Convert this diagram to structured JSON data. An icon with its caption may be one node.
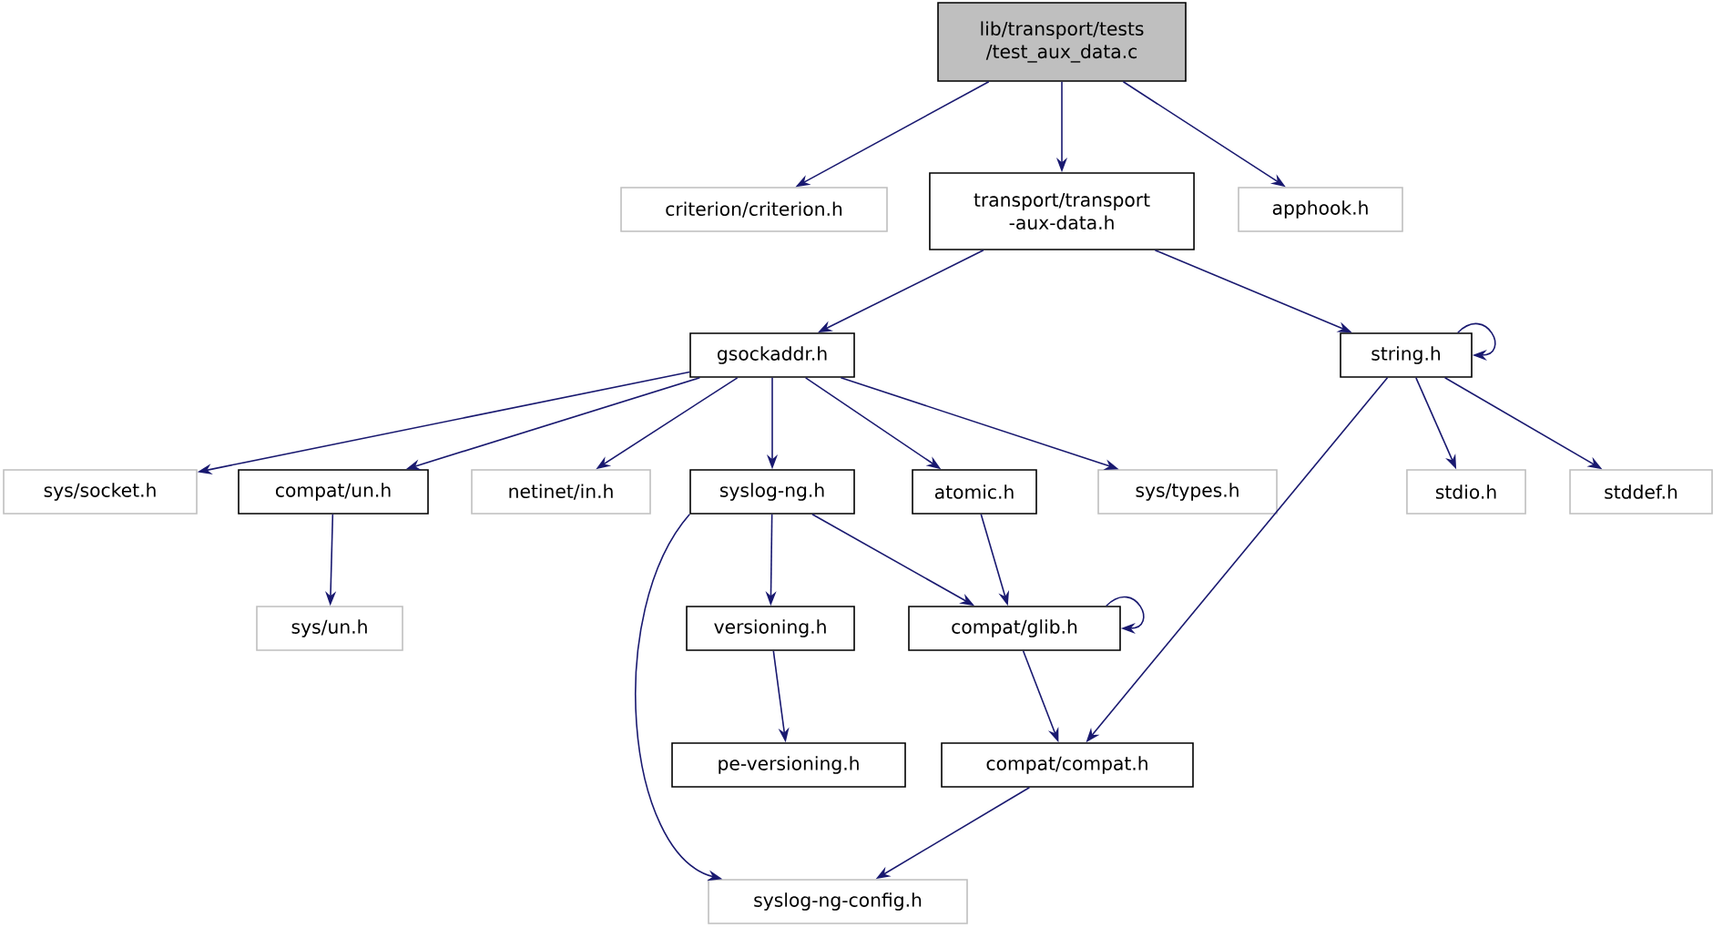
{
  "diagram": {
    "nodes": [
      {
        "text": [
          "lib/transport/tests /test_aux_data.c"
        ]
      },
      {
        "text": [
          "criterion/criterion.h"
        ]
      },
      {
        "text": [
          "transport/transport -aux-data.h"
        ]
      },
      {
        "text": [
          "apphook.h"
        ]
      },
      {
        "text": [
          "gsockaddr.h"
        ]
      },
      {
        "text": [
          "string.h"
        ]
      },
      {
        "text": [
          "sys/socket.h"
        ]
      },
      {
        "text": [
          "compat/un.h"
        ]
      },
      {
        "text": [
          "netinet/in.h"
        ]
      },
      {
        "text": [
          "syslog-ng.h"
        ]
      },
      {
        "text": [
          "atomic.h"
        ]
      },
      {
        "text": [
          "sys/types.h"
        ]
      },
      {
        "text": [
          "stdio.h"
        ]
      },
      {
        "text": [
          "stddef.h"
        ]
      },
      {
        "text": [
          "sys/un.h"
        ]
      },
      {
        "text": [
          "versioning.h"
        ]
      },
      {
        "text": [
          "compat/glib.h"
        ]
      },
      {
        "text": [
          "pe-versioning.h"
        ]
      },
      {
        "text": [
          "compat/compat.h"
        ]
      },
      {
        "text": [
          "syslog-ng-config.h"
        ]
      }
    ],
    "edges": [
      {
        "from": 0,
        "to": 1,
        "arrow": "to"
      },
      {
        "from": 0,
        "to": 2,
        "arrow": "to"
      },
      {
        "from": 0,
        "to": 3,
        "arrow": "to"
      },
      {
        "from": 2,
        "to": 4,
        "arrow": "to"
      },
      {
        "from": 2,
        "to": 5,
        "arrow": "to"
      },
      {
        "from": 5,
        "to": 5,
        "arrow": "to"
      },
      {
        "from": 4,
        "to": 6,
        "arrow": "to"
      },
      {
        "from": 4,
        "to": 7,
        "arrow": "to"
      },
      {
        "from": 4,
        "to": 8,
        "arrow": "to"
      },
      {
        "from": 4,
        "to": 9,
        "arrow": "to"
      },
      {
        "from": 4,
        "to": 10,
        "arrow": "to"
      },
      {
        "from": 4,
        "to": 11,
        "arrow": "to"
      },
      {
        "from": 5,
        "to": 12,
        "arrow": "to"
      },
      {
        "from": 5,
        "to": 13,
        "arrow": "to"
      },
      {
        "from": 5,
        "to": 18,
        "arrow": "to"
      },
      {
        "from": 7,
        "to": 14,
        "arrow": "to"
      },
      {
        "from": 9,
        "to": 15,
        "arrow": "to"
      },
      {
        "from": 9,
        "to": 16,
        "arrow": "to"
      },
      {
        "from": 9,
        "to": 19,
        "arrow": "to"
      },
      {
        "from": 10,
        "to": 16,
        "arrow": "to"
      },
      {
        "from": 16,
        "to": 16,
        "arrow": "to"
      },
      {
        "from": 16,
        "to": 18,
        "arrow": "to"
      },
      {
        "from": 15,
        "to": 17,
        "arrow": "to"
      },
      {
        "from": 18,
        "to": 19,
        "arrow": "to"
      }
    ]
  }
}
